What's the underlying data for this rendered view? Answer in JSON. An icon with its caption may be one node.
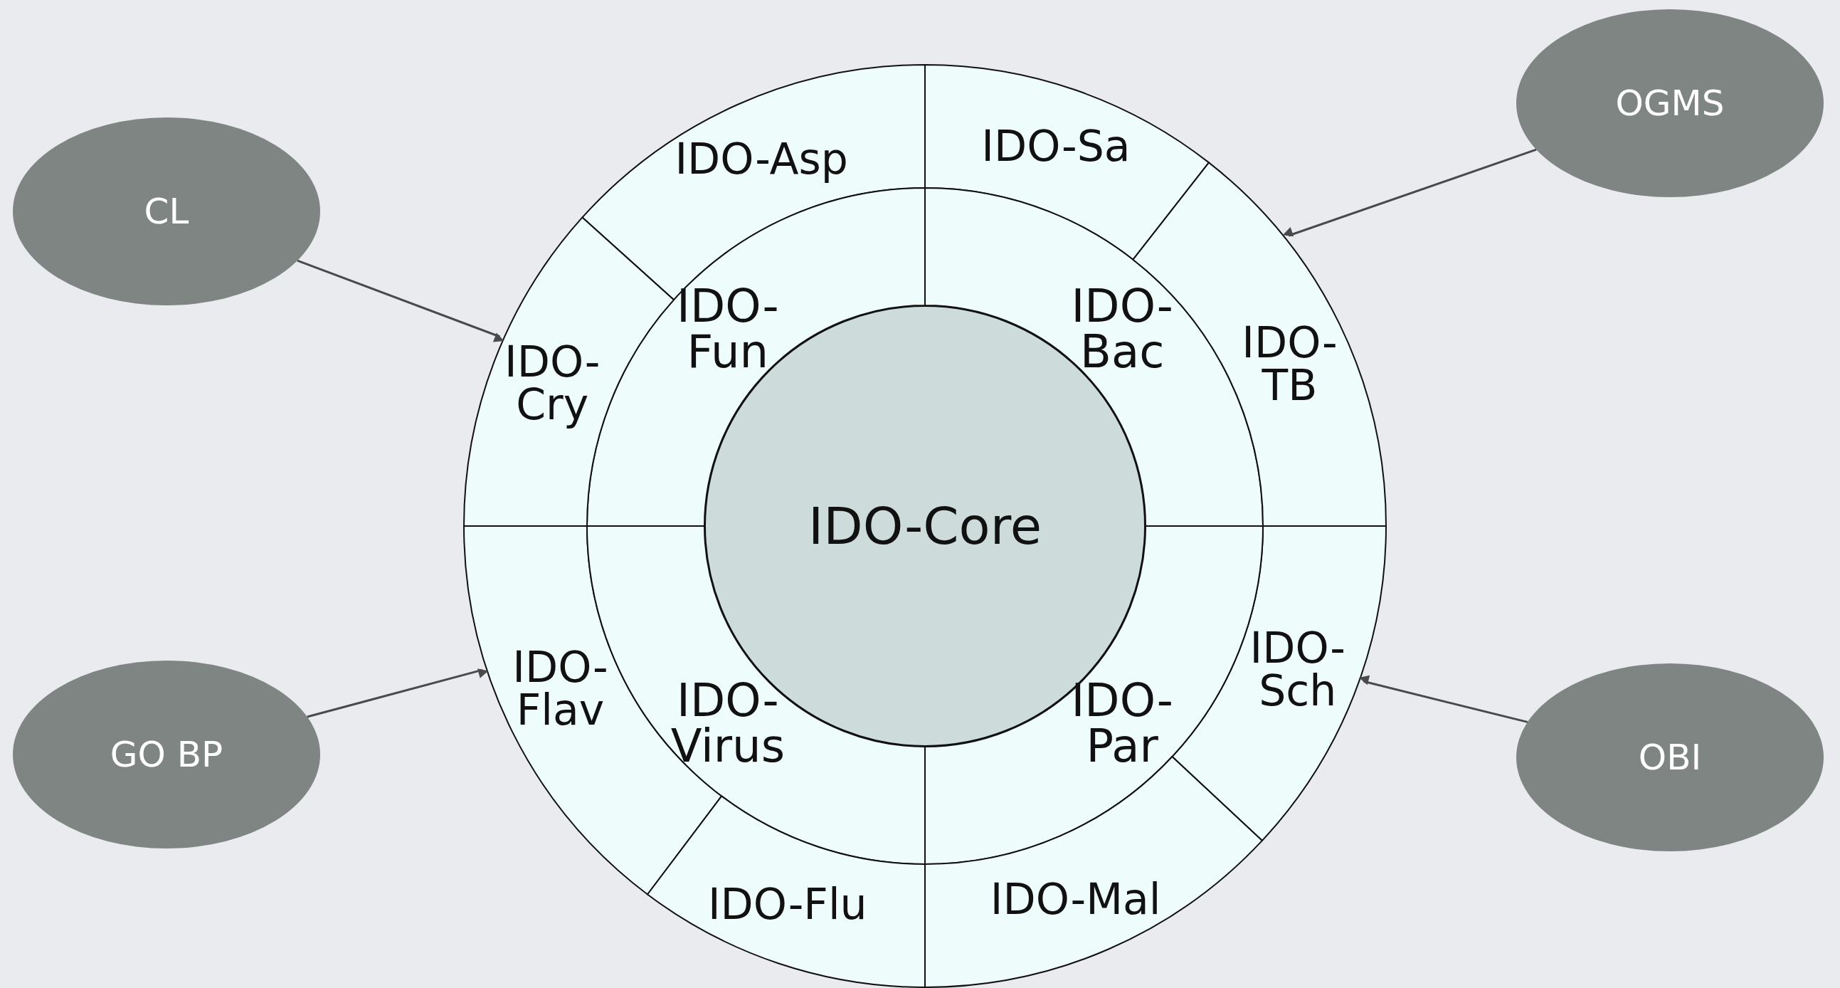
{
  "diagram": {
    "nodes": [
      {
        "text": [
          "OGMS"
        ]
      },
      {
        "text": [
          "CL"
        ]
      },
      {
        "text": [
          "IDO-Asp"
        ]
      },
      {
        "text": [
          "IDO-Sa"
        ]
      },
      {
        "text": [
          "IDO- Fun"
        ]
      },
      {
        "text": [
          "IDO- Bac"
        ]
      },
      {
        "text": [
          "IDO- TB"
        ]
      },
      {
        "text": [
          "IDO- Cry"
        ]
      },
      {
        "text": [
          "IDO-Core"
        ]
      },
      {
        "text": [
          "IDO- Flav"
        ]
      },
      {
        "text": [
          "IDO- Sch"
        ]
      },
      {
        "text": [
          "IDO- Virus"
        ]
      },
      {
        "text": [
          "IDO- Par"
        ]
      },
      {
        "text": [
          "GO BP"
        ]
      },
      {
        "text": [
          "OBI"
        ]
      },
      {
        "text": [
          "IDO-Flu"
        ]
      },
      {
        "text": [
          "IDO-Mal"
        ]
      }
    ],
    "edges": [
      {
        "from": 1,
        "to": 7,
        "arrow": "to"
      },
      {
        "from": 0,
        "to": 6,
        "arrow": "to"
      },
      {
        "from": 13,
        "to": 9,
        "arrow": "to"
      },
      {
        "from": 14,
        "to": 10,
        "arrow": "to"
      }
    ]
  }
}
